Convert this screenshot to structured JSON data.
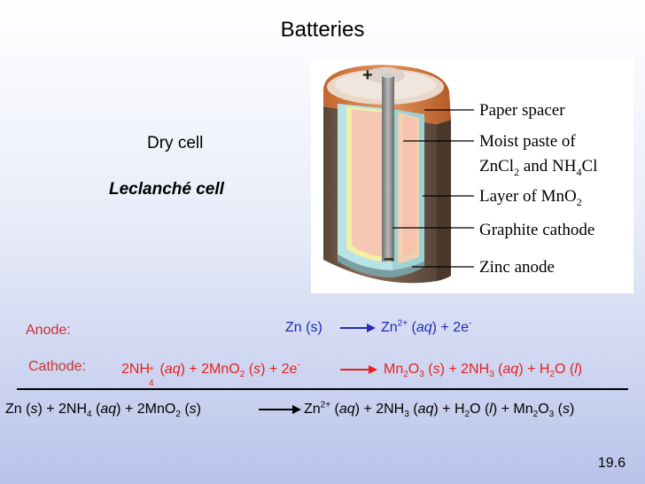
{
  "slide": {
    "title": "Batteries",
    "subtitle1": "Dry cell",
    "subtitle2": "Leclanché cell",
    "slide_number": "19.6"
  },
  "figure": {
    "plus_sign": "+",
    "minus_sign": "−",
    "labels": {
      "paper_spacer": "Paper spacer",
      "moist_paste_l1": "Moist paste of",
      "moist_paste_l2_a": "ZnCl",
      "moist_paste_l2_sub1": "2",
      "moist_paste_l2_b": " and NH",
      "moist_paste_l2_sub2": "4",
      "moist_paste_l2_c": "Cl",
      "layer_a": "Layer of MnO",
      "layer_sub": "2",
      "graphite": "Graphite cathode",
      "zinc": "Zinc anode"
    }
  },
  "anode": {
    "label": "Anode:",
    "left": "Zn (s)",
    "right": {
      "a": "Zn",
      "sup": "2+",
      "b": " (",
      "aq": "aq",
      "c": ") + 2e",
      "sup2": "-"
    }
  },
  "cathode": {
    "label": "Cathode:",
    "left": {
      "a": "2NH",
      "sup": "+",
      "sub": "4",
      "b": " (",
      "aq": "aq",
      "c": ") + 2MnO",
      "sub2": "2",
      "d": " (",
      "s": "s",
      "e": ") + 2e",
      "sup2": "-"
    },
    "right": {
      "a": "Mn",
      "sub1": "2",
      "b": "O",
      "sub2": "3",
      "c": " (",
      "s": "s",
      "d": ") + 2NH",
      "sub3": "3",
      "e": " (",
      "aq": "aq",
      "f": ") + H",
      "sub4": "2",
      "g": "O (",
      "l": "l",
      "h": ")"
    }
  },
  "overall": {
    "left": {
      "a": "Zn (",
      "s1": "s",
      "b": ") + 2NH",
      "sub1": "4",
      "c": " (",
      "aq": "aq",
      "d": ") + 2MnO",
      "sub2": "2",
      "e": " (",
      "s2": "s",
      "f": ")"
    },
    "right": {
      "a": "Zn",
      "sup": "2+",
      "b": " (",
      "aq1": "aq",
      "c": ") + 2NH",
      "sub1": "3",
      "d": " (",
      "aq2": "aq",
      "e": ") + H",
      "sub2": "2",
      "f": "O (",
      "l": "l",
      "g": ") + Mn",
      "sub3": "2",
      "h": "O",
      "sub4": "3",
      "i": " (",
      "s": "s",
      "j": ")"
    }
  },
  "colors": {
    "label_red": "#cc3333",
    "eq_red": "#e8211d",
    "eq_blue": "#1e2ab8",
    "arrow_blue": "#1e2ab8"
  }
}
